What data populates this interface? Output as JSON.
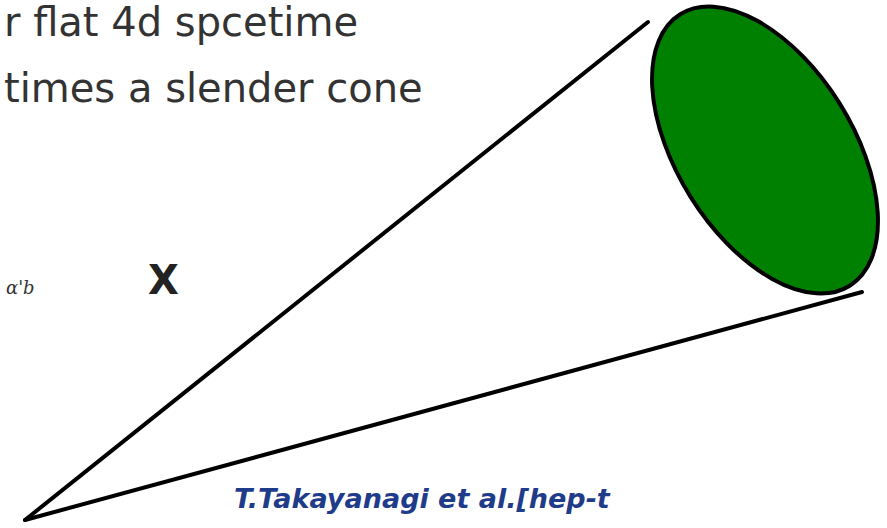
{
  "diagram": {
    "labels": [
      "r flat 4d spcetime",
      "times a slender cone",
      "α'b",
      "X",
      "T.Takayanagi et al.[hep-t"
    ]
  }
}
